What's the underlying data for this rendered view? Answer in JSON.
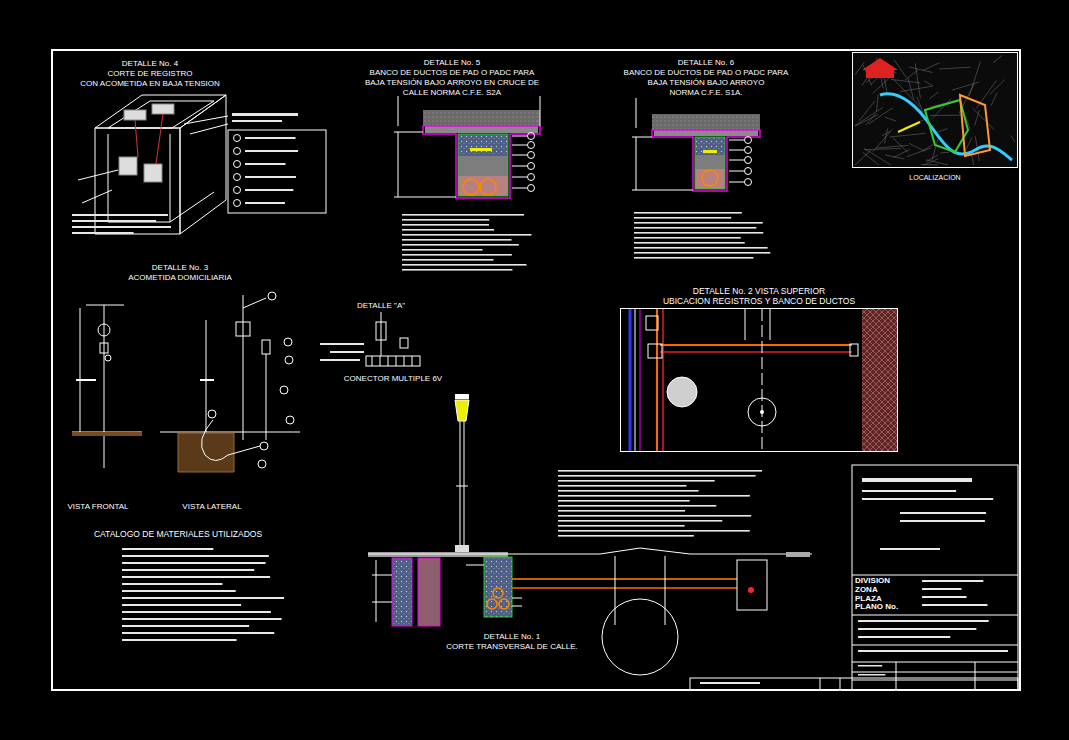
{
  "diagram": {
    "nodes": [
      {
        "text": [
          "DIVISION",
          "ZONA",
          "PLAZA",
          "PLANO No."
        ]
      },
      {
        "text": [
          "DETALLE No. 2 VISTA SUPERIOR",
          "UBICACION REGISTROS Y BANCO DE DUCTOS"
        ]
      },
      {
        "text": [
          "LOCALIZACION"
        ]
      }
    ],
    "labels": [
      "DETALLE No. 4",
      "CORTE DE REGISTRO",
      "CON ACOMETIDA EN BAJA TENSION",
      "DETALLE No. 5",
      "BANCO DE DUCTOS DE PAD O PADC PARA",
      "BAJA TENSIÓN BAJO ARROYO EN CRUCE DE",
      "CALLE NORMA C.F.E. S2A",
      "DETALLE No. 6",
      "BANCO DE DUCTOS DE PAD O PADC PARA",
      "BAJA TENSIÓN BAJO ARROYO",
      "NORMA C.F.E. S1A.",
      "DETALLE No. 3",
      "ACOMETIDA DOMICILIARIA",
      "DETALLE \"A\"",
      "CONECTOR MULTIPLE 6V",
      "VISTA FRONTAL",
      "VISTA LATERAL",
      "CATALOGO DE MATERIALES UTILIZADOS",
      "DETALLE No. 1",
      "CORTE TRANSVERSAL DE CALLE."
    ]
  }
}
